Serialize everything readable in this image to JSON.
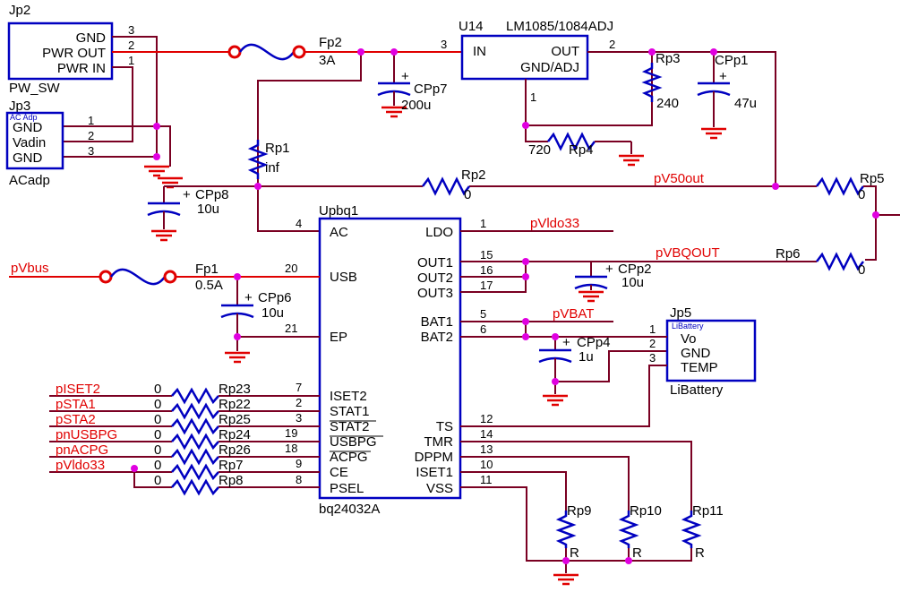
{
  "parts": {
    "jp2": {
      "ref": "Jp2",
      "pins": [
        "GND",
        "PWR OUT",
        "PWR IN"
      ],
      "nums": [
        "3",
        "2",
        "1"
      ],
      "name": "PW_SW"
    },
    "jp3": {
      "ref": "Jp3",
      "tag": "AC Adp",
      "pins": [
        "GND",
        "Vadin",
        "GND"
      ],
      "nums": [
        "1",
        "2",
        "3"
      ],
      "name": "ACadp"
    },
    "fp2": {
      "ref": "Fp2",
      "val": "3A"
    },
    "u14": {
      "ref": "U14",
      "part": "LM1085/1084ADJ",
      "in": "IN",
      "out": "OUT",
      "adj": "GND/ADJ",
      "pin_in": "3",
      "pin_out": "2",
      "pin_adj": "1"
    },
    "cpp7": {
      "ref": "CPp7",
      "val": "200u"
    },
    "rp3": {
      "ref": "Rp3",
      "val": "240"
    },
    "cpp1": {
      "ref": "CPp1",
      "val": "47u"
    },
    "rp4": {
      "ref": "Rp4",
      "val": "720"
    },
    "rp1": {
      "ref": "Rp1",
      "val": "inf"
    },
    "rp2": {
      "ref": "Rp2",
      "val": "0"
    },
    "rp5": {
      "ref": "Rp5",
      "val": "0"
    },
    "rp6": {
      "ref": "Rp6",
      "val": "0"
    },
    "cpp8": {
      "ref": "CPp8",
      "val": "10u"
    },
    "fp1": {
      "ref": "Fp1",
      "val": "0.5A"
    },
    "cpp6": {
      "ref": "CPp6",
      "val": "10u"
    },
    "cpp2": {
      "ref": "CPp2",
      "val": "10u"
    },
    "cpp4": {
      "ref": "CPp4",
      "val": "1u"
    },
    "jp5": {
      "ref": "Jp5",
      "tag": "LiBattery",
      "pins": [
        "Vo",
        "GND",
        "TEMP"
      ],
      "nums": [
        "1",
        "2",
        "3"
      ],
      "name": "LiBattery"
    },
    "rp9": {
      "ref": "Rp9",
      "val": "R"
    },
    "rp10": {
      "ref": "Rp10",
      "val": "R"
    },
    "rp11": {
      "ref": "Rp11",
      "val": "R"
    }
  },
  "ic": {
    "ref": "Upbq1",
    "name": "bq24032A",
    "left": [
      {
        "pin": "AC",
        "num": "4"
      },
      {
        "pin": "USB",
        "num": "20"
      },
      {
        "pin": "EP",
        "num": "21"
      },
      {
        "pin": "ISET2",
        "num": "7"
      },
      {
        "pin": "STAT1",
        "num": "2"
      },
      {
        "pin": "STAT2",
        "num": "3"
      },
      {
        "pin": "USBPG",
        "num": "19"
      },
      {
        "pin": "ACPG",
        "num": "18"
      },
      {
        "pin": "CE",
        "num": "9"
      },
      {
        "pin": "PSEL",
        "num": "8"
      }
    ],
    "right": [
      {
        "pin": "LDO",
        "num": "1"
      },
      {
        "pin": "OUT1",
        "num": "15"
      },
      {
        "pin": "OUT2",
        "num": "16"
      },
      {
        "pin": "OUT3",
        "num": "17"
      },
      {
        "pin": "BAT1",
        "num": "5"
      },
      {
        "pin": "BAT2",
        "num": "6"
      },
      {
        "pin": "TS",
        "num": "12"
      },
      {
        "pin": "TMR",
        "num": "14"
      },
      {
        "pin": "DPPM",
        "num": "13"
      },
      {
        "pin": "ISET1",
        "num": "10"
      },
      {
        "pin": "VSS",
        "num": "11"
      }
    ]
  },
  "left_resistors": [
    {
      "net": "pISET2",
      "val": "0",
      "ref": "Rp23"
    },
    {
      "net": "pSTA1",
      "val": "0",
      "ref": "Rp22"
    },
    {
      "net": "pSTA2",
      "val": "0",
      "ref": "Rp25"
    },
    {
      "net": "pnUSBPG",
      "val": "0",
      "ref": "Rp24"
    },
    {
      "net": "pnACPG",
      "val": "0",
      "ref": "Rp26"
    },
    {
      "net": "pVldo33",
      "val": "0",
      "ref": "Rp7"
    },
    {
      "net": "",
      "val": "0",
      "ref": "Rp8"
    }
  ],
  "nets": {
    "pv50out": "pV50out",
    "pvldo33": "pVldo33",
    "pvbqout": "pVBQOUT",
    "pvbat": "pVBAT",
    "pvbus": "pVbus"
  },
  "colors": {
    "wire": "#7a0022",
    "net": "#e00000",
    "component": "#0000c0",
    "junction": "#e000e0"
  }
}
